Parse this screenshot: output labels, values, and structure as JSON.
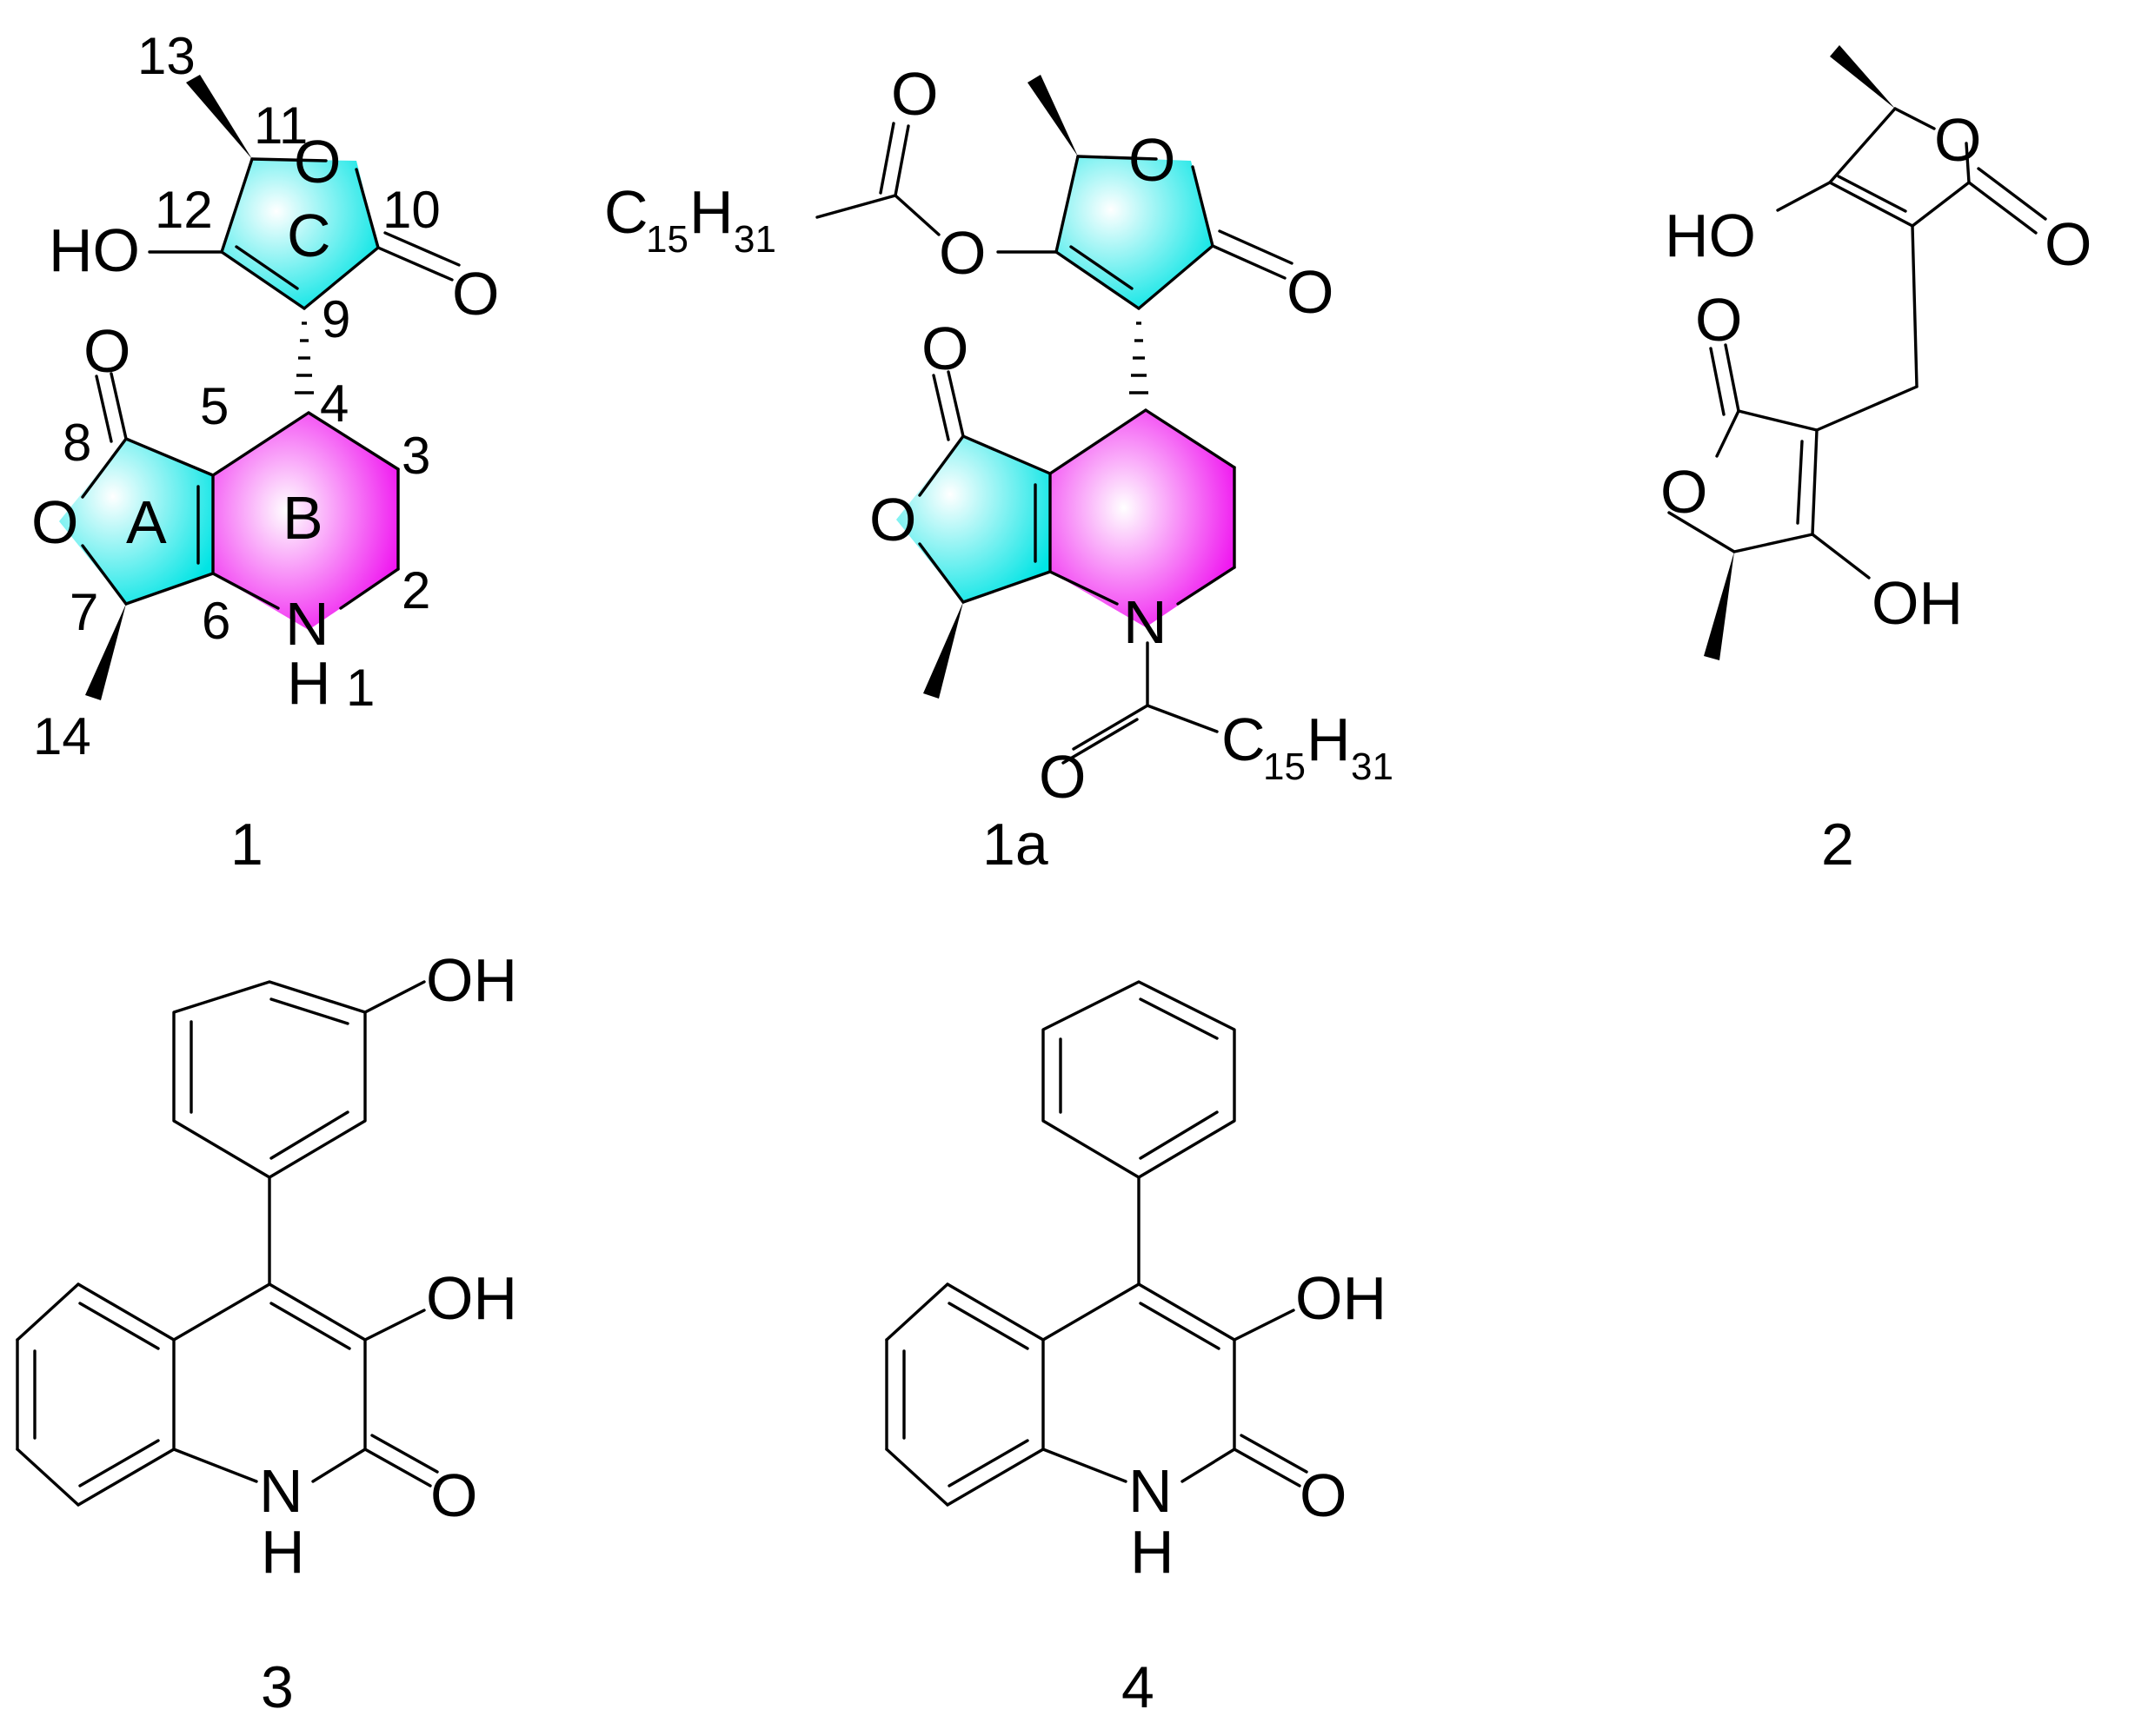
{
  "colors": {
    "ring_cyan": "#00e4e4",
    "ring_magenta": "#ee00ee",
    "bond": "#000000"
  },
  "compounds": [
    {
      "id": "1",
      "caption": "1",
      "ring_letters": [
        "A",
        "B",
        "C"
      ],
      "atom_numbers": [
        "1",
        "2",
        "3",
        "4",
        "5",
        "6",
        "7",
        "8",
        "9",
        "10",
        "11",
        "12",
        "13",
        "14"
      ],
      "atoms": {
        "O": "O",
        "N": "N",
        "H": "H",
        "HO": "HO"
      }
    },
    {
      "id": "1a",
      "caption": "1a",
      "atoms": {
        "O": "O",
        "N": "N",
        "C": "C",
        "H": "H",
        "sub15": "15",
        "sub31": "31"
      }
    },
    {
      "id": "2",
      "caption": "2",
      "atoms": {
        "O": "O",
        "HO": "HO",
        "OH": "OH"
      }
    },
    {
      "id": "3",
      "caption": "3",
      "atoms": {
        "O": "O",
        "OH": "OH",
        "N": "N",
        "H": "H"
      }
    },
    {
      "id": "4",
      "caption": "4",
      "atoms": {
        "O": "O",
        "OH": "OH",
        "N": "N",
        "H": "H"
      }
    }
  ]
}
